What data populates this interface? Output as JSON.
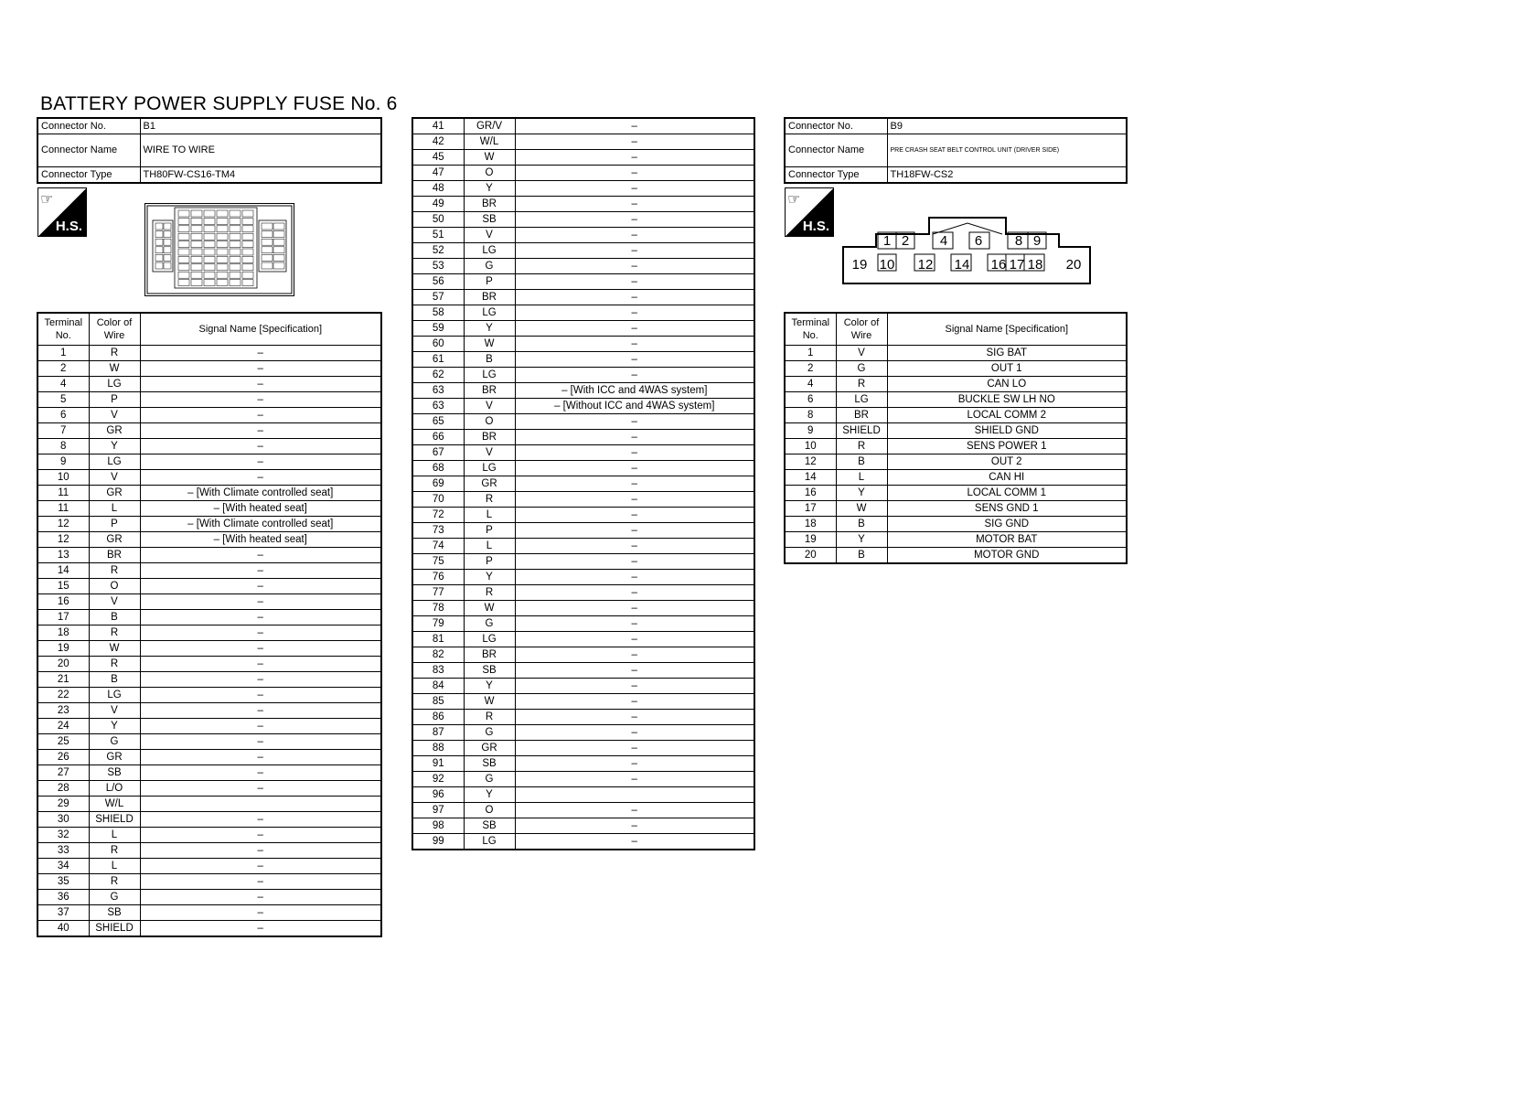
{
  "title": "BATTERY POWER SUPPLY FUSE No. 6",
  "labels": {
    "connector_no": "Connector No.",
    "connector_name": "Connector Name",
    "connector_type": "Connector Type",
    "terminal_no": "Terminal No.",
    "color_of_wire": "Color of Wire",
    "signal_name": "Signal Name [Specification]",
    "hs_badge": "H.S."
  },
  "connector_b1": {
    "no": "B1",
    "name": "WIRE TO WIRE",
    "type": "TH80FW-CS16-TM4",
    "rows_left": [
      {
        "t": "1",
        "c": "R",
        "s": "–"
      },
      {
        "t": "2",
        "c": "W",
        "s": "–"
      },
      {
        "t": "4",
        "c": "LG",
        "s": "–"
      },
      {
        "t": "5",
        "c": "P",
        "s": "–"
      },
      {
        "t": "6",
        "c": "V",
        "s": "–"
      },
      {
        "t": "7",
        "c": "GR",
        "s": "–"
      },
      {
        "t": "8",
        "c": "Y",
        "s": "–"
      },
      {
        "t": "9",
        "c": "LG",
        "s": "–"
      },
      {
        "t": "10",
        "c": "V",
        "s": "–"
      },
      {
        "t": "11",
        "c": "GR",
        "s": "– [With Climate controlled seat]"
      },
      {
        "t": "11",
        "c": "L",
        "s": "– [With heated seat]"
      },
      {
        "t": "12",
        "c": "P",
        "s": "– [With Climate controlled seat]"
      },
      {
        "t": "12",
        "c": "GR",
        "s": "– [With heated seat]"
      },
      {
        "t": "13",
        "c": "BR",
        "s": "–"
      },
      {
        "t": "14",
        "c": "R",
        "s": "–"
      },
      {
        "t": "15",
        "c": "O",
        "s": "–"
      },
      {
        "t": "16",
        "c": "V",
        "s": "–"
      },
      {
        "t": "17",
        "c": "B",
        "s": "–"
      },
      {
        "t": "18",
        "c": "R",
        "s": "–"
      },
      {
        "t": "19",
        "c": "W",
        "s": "–"
      },
      {
        "t": "20",
        "c": "R",
        "s": "–"
      },
      {
        "t": "21",
        "c": "B",
        "s": "–"
      },
      {
        "t": "22",
        "c": "LG",
        "s": "–"
      },
      {
        "t": "23",
        "c": "V",
        "s": "–"
      },
      {
        "t": "24",
        "c": "Y",
        "s": "–"
      },
      {
        "t": "25",
        "c": "G",
        "s": "–"
      },
      {
        "t": "26",
        "c": "GR",
        "s": "–"
      },
      {
        "t": "27",
        "c": "SB",
        "s": "–"
      },
      {
        "t": "28",
        "c": "L/O",
        "s": "–"
      },
      {
        "t": "29",
        "c": "W/L",
        "s": ""
      },
      {
        "t": "30",
        "c": "SHIELD",
        "s": "–"
      },
      {
        "t": "32",
        "c": "L",
        "s": "–"
      },
      {
        "t": "33",
        "c": "R",
        "s": "–"
      },
      {
        "t": "34",
        "c": "L",
        "s": "–"
      },
      {
        "t": "35",
        "c": "R",
        "s": "–"
      },
      {
        "t": "36",
        "c": "G",
        "s": "–"
      },
      {
        "t": "37",
        "c": "SB",
        "s": "–"
      },
      {
        "t": "40",
        "c": "SHIELD",
        "s": "–"
      }
    ],
    "rows_mid": [
      {
        "t": "41",
        "c": "GR/V",
        "s": "–"
      },
      {
        "t": "42",
        "c": "W/L",
        "s": "–"
      },
      {
        "t": "45",
        "c": "W",
        "s": "–"
      },
      {
        "t": "47",
        "c": "O",
        "s": "–"
      },
      {
        "t": "48",
        "c": "Y",
        "s": "–"
      },
      {
        "t": "49",
        "c": "BR",
        "s": "–"
      },
      {
        "t": "50",
        "c": "SB",
        "s": "–"
      },
      {
        "t": "51",
        "c": "V",
        "s": "–"
      },
      {
        "t": "52",
        "c": "LG",
        "s": "–"
      },
      {
        "t": "53",
        "c": "G",
        "s": "–"
      },
      {
        "t": "56",
        "c": "P",
        "s": "–"
      },
      {
        "t": "57",
        "c": "BR",
        "s": "–"
      },
      {
        "t": "58",
        "c": "LG",
        "s": "–"
      },
      {
        "t": "59",
        "c": "Y",
        "s": "–"
      },
      {
        "t": "60",
        "c": "W",
        "s": "–"
      },
      {
        "t": "61",
        "c": "B",
        "s": "–"
      },
      {
        "t": "62",
        "c": "LG",
        "s": "–"
      },
      {
        "t": "63",
        "c": "BR",
        "s": "– [With ICC and 4WAS system]"
      },
      {
        "t": "63",
        "c": "V",
        "s": "– [Without ICC and 4WAS system]"
      },
      {
        "t": "65",
        "c": "O",
        "s": "–"
      },
      {
        "t": "66",
        "c": "BR",
        "s": "–"
      },
      {
        "t": "67",
        "c": "V",
        "s": "–"
      },
      {
        "t": "68",
        "c": "LG",
        "s": "–"
      },
      {
        "t": "69",
        "c": "GR",
        "s": "–"
      },
      {
        "t": "70",
        "c": "R",
        "s": "–"
      },
      {
        "t": "72",
        "c": "L",
        "s": "–"
      },
      {
        "t": "73",
        "c": "P",
        "s": "–"
      },
      {
        "t": "74",
        "c": "L",
        "s": "–"
      },
      {
        "t": "75",
        "c": "P",
        "s": "–"
      },
      {
        "t": "76",
        "c": "Y",
        "s": "–"
      },
      {
        "t": "77",
        "c": "R",
        "s": "–"
      },
      {
        "t": "78",
        "c": "W",
        "s": "–"
      },
      {
        "t": "79",
        "c": "G",
        "s": "–"
      },
      {
        "t": "81",
        "c": "LG",
        "s": "–"
      },
      {
        "t": "82",
        "c": "BR",
        "s": "–"
      },
      {
        "t": "83",
        "c": "SB",
        "s": "–"
      },
      {
        "t": "84",
        "c": "Y",
        "s": "–"
      },
      {
        "t": "85",
        "c": "W",
        "s": "–"
      },
      {
        "t": "86",
        "c": "R",
        "s": "–"
      },
      {
        "t": "87",
        "c": "G",
        "s": "–"
      },
      {
        "t": "88",
        "c": "GR",
        "s": "–"
      },
      {
        "t": "91",
        "c": "SB",
        "s": "–"
      },
      {
        "t": "92",
        "c": "G",
        "s": "–"
      },
      {
        "t": "96",
        "c": "Y",
        "s": ""
      },
      {
        "t": "97",
        "c": "O",
        "s": "–"
      },
      {
        "t": "98",
        "c": "SB",
        "s": "–"
      },
      {
        "t": "99",
        "c": "LG",
        "s": "–"
      }
    ]
  },
  "connector_b9": {
    "no": "B9",
    "name": "PRE CRASH SEAT BELT CONTROL UNIT (DRIVER SIDE)",
    "type": "TH18FW-CS2",
    "pins_top": [
      "1",
      "2",
      "4",
      "6",
      "8",
      "9"
    ],
    "pins_bottom": [
      "19",
      "10",
      "12",
      "14",
      "16",
      "17",
      "18",
      "20"
    ],
    "rows": [
      {
        "t": "1",
        "c": "V",
        "s": "SIG BAT"
      },
      {
        "t": "2",
        "c": "G",
        "s": "OUT 1"
      },
      {
        "t": "4",
        "c": "R",
        "s": "CAN LO"
      },
      {
        "t": "6",
        "c": "LG",
        "s": "BUCKLE SW LH NO"
      },
      {
        "t": "8",
        "c": "BR",
        "s": "LOCAL COMM 2"
      },
      {
        "t": "9",
        "c": "SHIELD",
        "s": "SHIELD GND"
      },
      {
        "t": "10",
        "c": "R",
        "s": "SENS POWER 1"
      },
      {
        "t": "12",
        "c": "B",
        "s": "OUT 2"
      },
      {
        "t": "14",
        "c": "L",
        "s": "CAN HI"
      },
      {
        "t": "16",
        "c": "Y",
        "s": "LOCAL COMM 1"
      },
      {
        "t": "17",
        "c": "W",
        "s": "SENS GND 1"
      },
      {
        "t": "18",
        "c": "B",
        "s": "SIG GND"
      },
      {
        "t": "19",
        "c": "Y",
        "s": "MOTOR BAT"
      },
      {
        "t": "20",
        "c": "B",
        "s": "MOTOR GND"
      }
    ]
  }
}
